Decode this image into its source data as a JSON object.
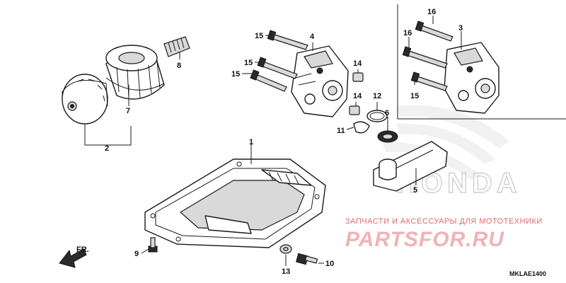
{
  "diagram": {
    "callouts": [
      "1",
      "2",
      "3",
      "4",
      "5",
      "6",
      "7",
      "8",
      "9",
      "10",
      "11",
      "12",
      "13",
      "14",
      "14",
      "15",
      "15",
      "15",
      "15",
      "16",
      "16"
    ],
    "direction_label": "FR.",
    "code": "MKLAE1400"
  },
  "watermark": {
    "tagline": "ЗАПЧАСТИ И АКСЕССУАРЫ ДЛЯ МОТОТЕХНИКИ",
    "logo_text": "PARTSFOR.RU",
    "brand_text": "HONDA"
  }
}
